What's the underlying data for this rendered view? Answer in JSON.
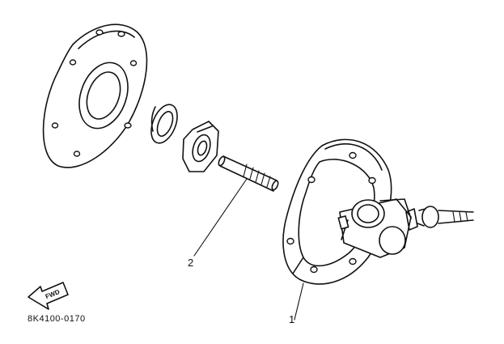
{
  "callouts": {
    "part_1": "1",
    "part_2": "2"
  },
  "diagram_code": "8K4100-0170",
  "fwd_badge": "FWD",
  "colors": {
    "ink": "#111111",
    "background": "#ffffff"
  }
}
